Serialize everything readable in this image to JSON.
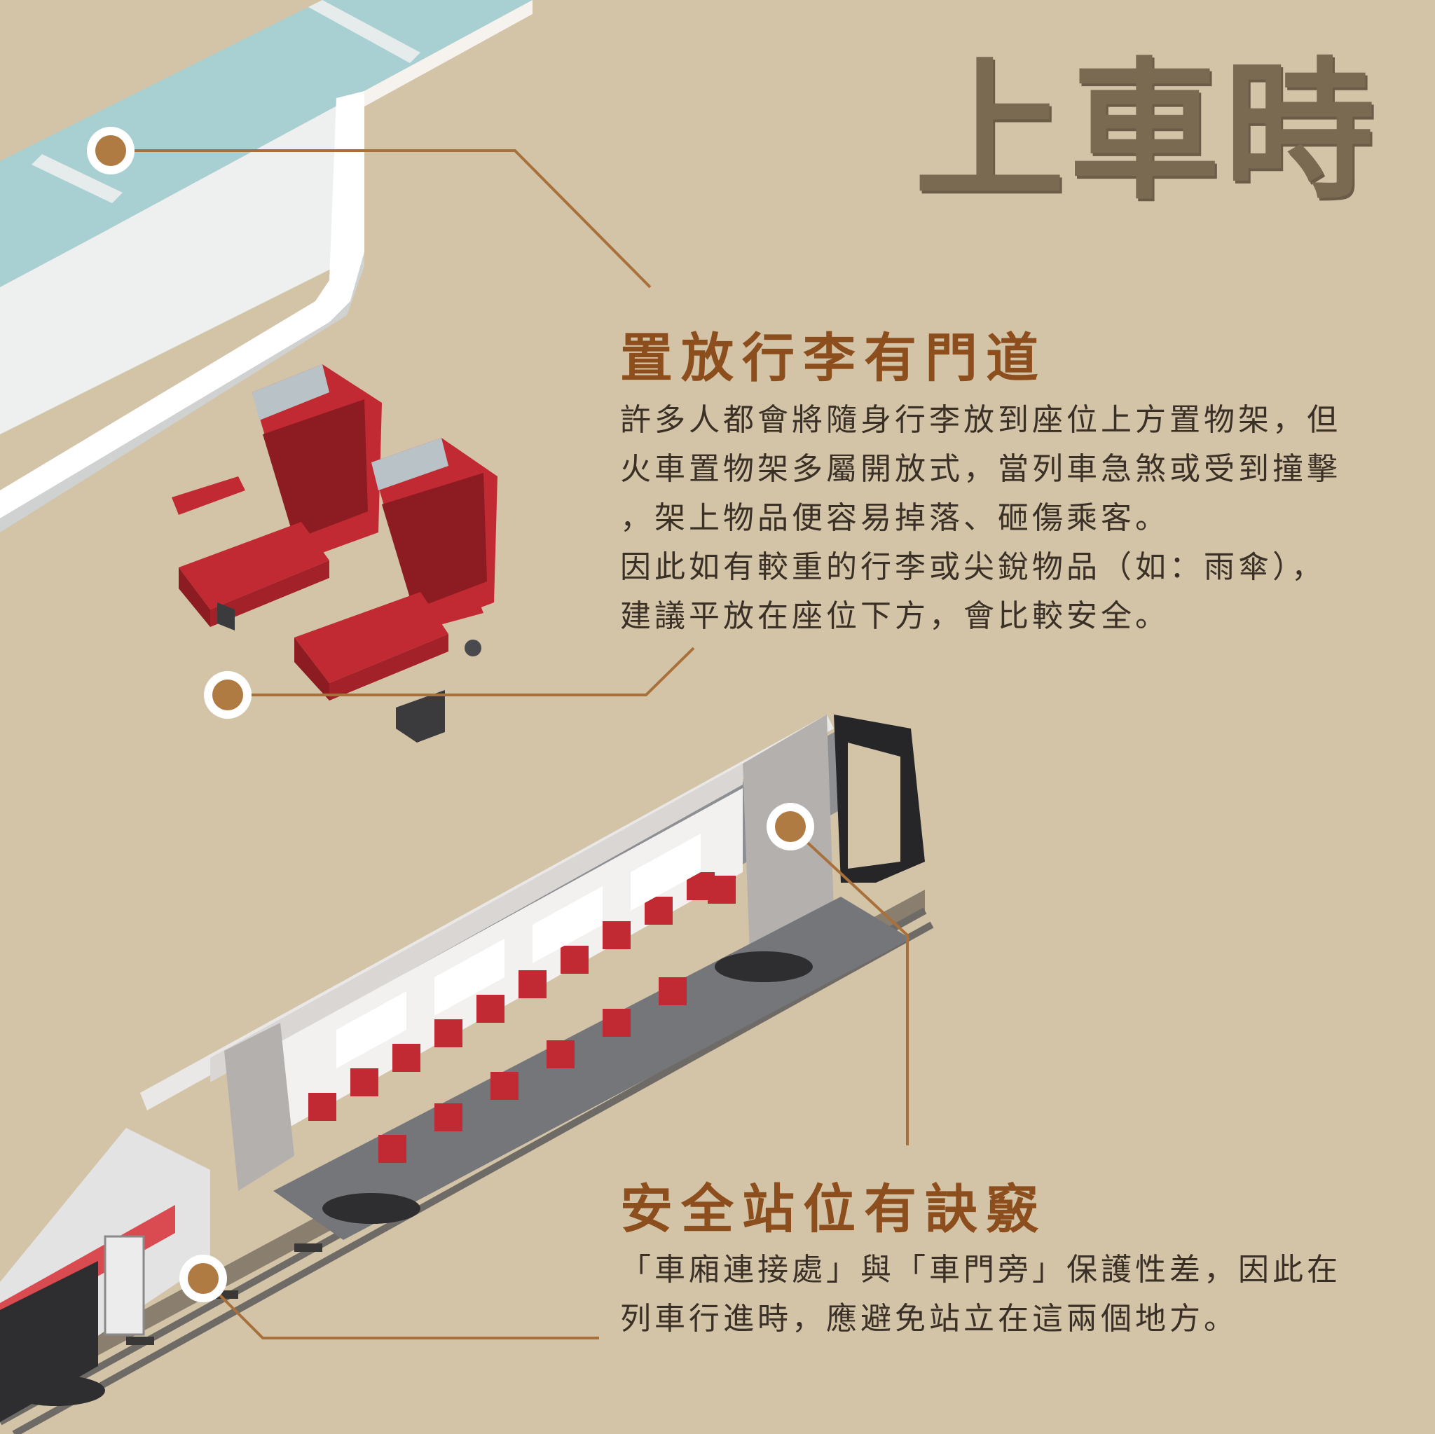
{
  "title": "上車時",
  "section1": {
    "heading": "置放行李有門道",
    "lines": [
      "許多人都會將隨身行李放到座位上方置物架，但",
      "火車置物架多屬開放式，當列車急煞或受到撞擊",
      "，架上物品便容易掉落、砸傷乘客。",
      "因此如有較重的行李或尖銳物品（如：雨傘），",
      "建議平放在座位下方，會比較安全。"
    ]
  },
  "section2": {
    "heading": "安全站位有訣竅",
    "lines": [
      "「車廂連接處」與「車門旁」保護性差，因此在",
      "列車行進時，應避免站立在這兩個地方。"
    ]
  },
  "colors": {
    "background": "#d3c4a8",
    "title": "#7a6a52",
    "heading": "#8c4e1d",
    "leader_line": "#a8703a",
    "seat_red": "#c12a32",
    "text": "#3a3026"
  }
}
